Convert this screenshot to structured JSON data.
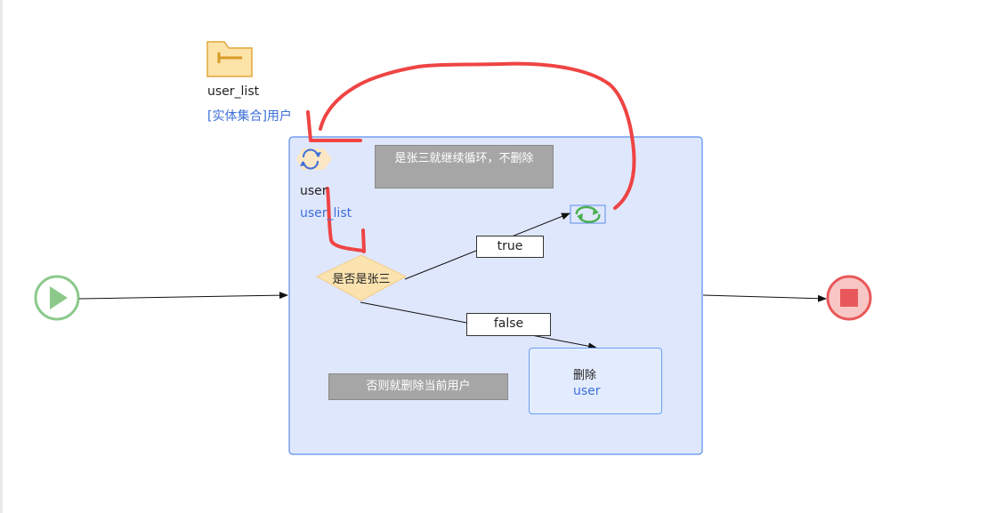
{
  "entity": {
    "name": "user_list",
    "type": "[实体集合]用户"
  },
  "loop": {
    "variable": "user",
    "collection": "user_list"
  },
  "notes": {
    "top": "是张三就继续循环，不删除",
    "bottom": "否则就删除当前用户"
  },
  "decision": {
    "label": "是否是张三"
  },
  "edges": {
    "true_label": "true",
    "false_label": "false"
  },
  "delete_node": {
    "title": "删除",
    "target": "user"
  },
  "colors": {
    "container_fill": "#dfe7fd",
    "container_border": "#5b8dec",
    "start": "#8bc98b",
    "end": "#e8585a",
    "decision": "#fbe3b0",
    "annotation": "#ef4444"
  },
  "icons": [
    "folder-icon",
    "loop-icon",
    "continue-icon",
    "delete-icon",
    "start-icon",
    "end-icon"
  ]
}
